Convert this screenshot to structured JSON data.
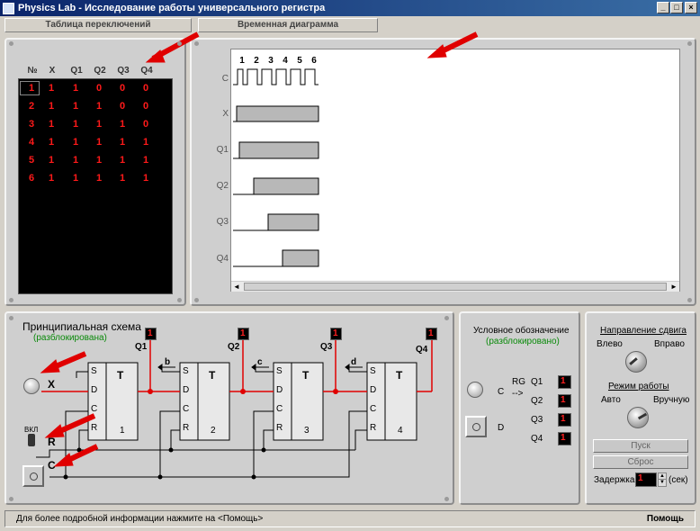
{
  "window": {
    "title": "Physics Lab - Исследование работы универсального регистра",
    "min": "_",
    "max": "□",
    "close": "×"
  },
  "tabs": [
    {
      "label": "Таблица переключений"
    },
    {
      "label": "Временная диаграмма"
    }
  ],
  "table": {
    "headers": [
      "№",
      "X",
      "Q1",
      "Q2",
      "Q3",
      "Q4"
    ],
    "rows": [
      [
        "1",
        "1",
        "1",
        "0",
        "0",
        "0"
      ],
      [
        "2",
        "1",
        "1",
        "1",
        "0",
        "0"
      ],
      [
        "3",
        "1",
        "1",
        "1",
        "1",
        "0"
      ],
      [
        "4",
        "1",
        "1",
        "1",
        "1",
        "1"
      ],
      [
        "5",
        "1",
        "1",
        "1",
        "1",
        "1"
      ],
      [
        "6",
        "1",
        "1",
        "1",
        "1",
        "1"
      ]
    ]
  },
  "timing": {
    "signals": [
      "C",
      "X",
      "Q1",
      "Q2",
      "Q3",
      "Q4"
    ],
    "ticks": [
      "1",
      "2",
      "3",
      "4",
      "5",
      "6"
    ],
    "scroll_left": "◄",
    "scroll_right": "►"
  },
  "schematic": {
    "title": "Принципиальная схема",
    "status": "(разблокирована)",
    "outputs": [
      "Q1",
      "Q2",
      "Q3",
      "Q4"
    ],
    "output_values": [
      "1",
      "1",
      "1",
      "1"
    ],
    "wires": [
      "b",
      "c",
      "d"
    ],
    "trigger_type": "T",
    "pins": [
      "S",
      "D",
      "C",
      "R"
    ],
    "trigger_numbers": [
      "1",
      "2",
      "3",
      "4"
    ],
    "inputs": {
      "x": "X",
      "r": "R",
      "c": "C",
      "switch": "ВКЛ"
    }
  },
  "symbol": {
    "title": "Условное обозначение",
    "status": "(разблокировано)",
    "rg": "RG",
    "arrow": "-->",
    "c": "C",
    "d": "D",
    "outputs": [
      "Q1",
      "Q2",
      "Q3",
      "Q4"
    ],
    "values": [
      "1",
      "1",
      "1",
      "1"
    ]
  },
  "controls": {
    "direction_title": "Направление сдвига",
    "left": "Влево",
    "right": "Вправо",
    "mode_title": "Режим работы",
    "auto": "Авто",
    "manual": "Вручную",
    "start": "Пуск",
    "reset": "Сброс",
    "delay_label": "Задержка",
    "delay_value": "1",
    "delay_unit": "(сек)"
  },
  "status": {
    "text": "Для более подробной информации нажмите на <Помощь>",
    "help": "Помощь"
  },
  "colors": {
    "accent_red": "#e00000",
    "display_bg": "#000000",
    "display_fg": "#ff2020"
  }
}
